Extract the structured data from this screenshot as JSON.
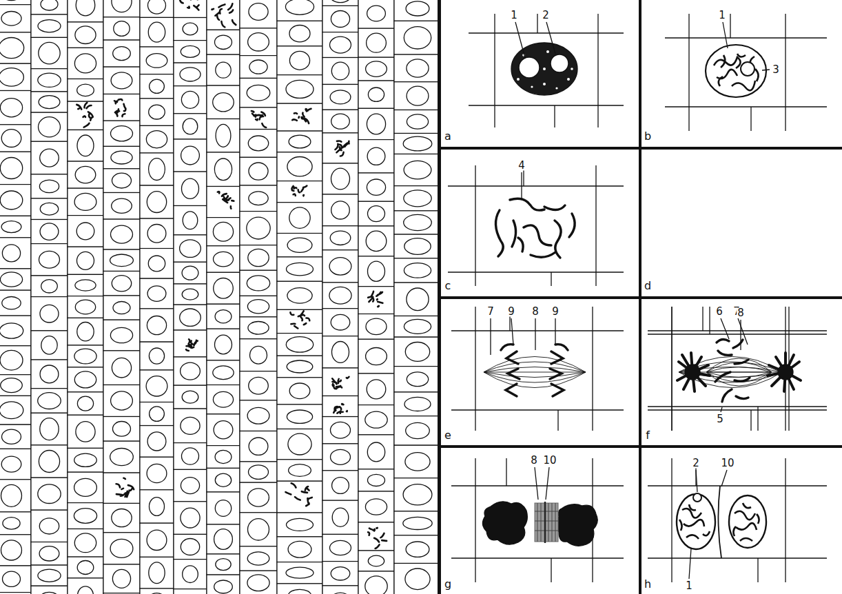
{
  "diagram": {
    "labels": [
      "1",
      "2",
      "a",
      "1",
      "3",
      "b",
      "4",
      "c",
      "6",
      "7",
      "5",
      "d",
      "7",
      "9",
      "8",
      "9",
      "e",
      "8",
      "f",
      "8",
      "10",
      "g",
      "2",
      "10",
      "1",
      "h"
    ]
  }
}
